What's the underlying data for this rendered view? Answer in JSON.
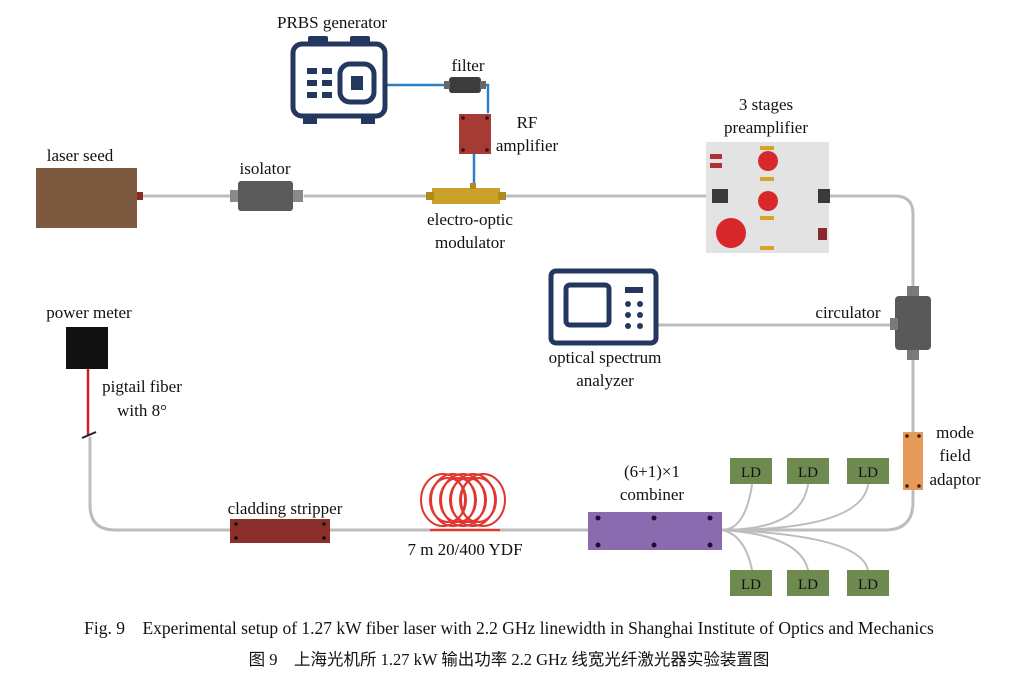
{
  "colors": {
    "fiber": "#bdbdbd",
    "blue_wire": "#2f7fc4",
    "navy": "#24375f",
    "laser_seed": "#7d5a3f",
    "isolator": "#5a5a5a",
    "modulator": "#c9a12a",
    "rf_amp": "#a63a34",
    "preamp_board": "#e3e3e3",
    "red_dot": "#d8282c",
    "power_meter": "#111111",
    "pigtail": "#d21f1f",
    "stripper": "#8a2f2c",
    "ydf_coil": "#e0362f",
    "combiner": "#8b6bb0",
    "ld_box": "#6f8a50",
    "mfa": "#e59a5a",
    "circulator": "#595959"
  },
  "icons": {
    "prbs": "signal-generator-icon",
    "osa": "spectrum-analyzer-icon"
  },
  "labels": {
    "prbs": "PRBS generator",
    "filter": "filter",
    "rf_line1": "RF",
    "rf_line2": "amplifier",
    "laser_seed": "laser seed",
    "isolator": "isolator",
    "eom_line1": "electro-optic",
    "eom_line2": "modulator",
    "preamp_line1": "3 stages",
    "preamp_line2": "preamplifier",
    "circulator": "circulator",
    "osa_line1": "optical spectrum",
    "osa_line2": "analyzer",
    "power_meter": "power meter",
    "pigtail_line1": "pigtail fiber",
    "pigtail_line2": "with 8°",
    "mfa_line1": "mode",
    "mfa_line2": "field",
    "mfa_line3": "adaptor",
    "combiner_line1": "(6+1)×1",
    "combiner_line2": "combiner",
    "stripper": "cladding stripper",
    "ydf": "7 m 20/400 YDF",
    "ld": [
      "LD",
      "LD",
      "LD",
      "LD",
      "LD",
      "LD"
    ]
  },
  "caption": {
    "en": "Fig. 9    Experimental setup of 1.27 kW fiber laser with 2.2 GHz linewidth in Shanghai Institute of Optics and Mechanics",
    "zh": "图 9    上海光机所 1.27 kW 输出功率 2.2 GHz 线宽光纤激光器实验装置图"
  }
}
